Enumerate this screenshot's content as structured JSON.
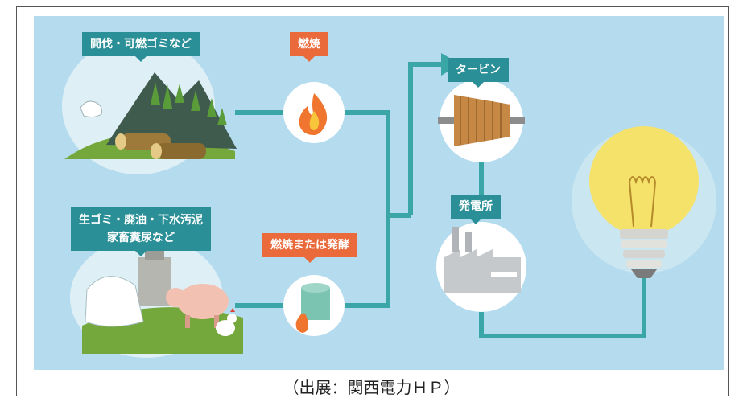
{
  "labels": {
    "forest_source": "間伐・可燃ゴミなど",
    "burn": "燃焼",
    "waste_source_line1": "生ゴミ・廃油・下水汚泥",
    "waste_source_line2": "家畜糞尿など",
    "burn_or_ferment": "燃焼または発酵",
    "turbine": "タービン",
    "power_plant": "発電所"
  },
  "caption": "（出展：関西電力ＨＰ）",
  "colors": {
    "background": "#b5dcee",
    "label_teal": "#2a8f96",
    "label_orange": "#ea6a3b",
    "flow_line": "#3aa6a8",
    "bulb": "#f5e26a"
  }
}
